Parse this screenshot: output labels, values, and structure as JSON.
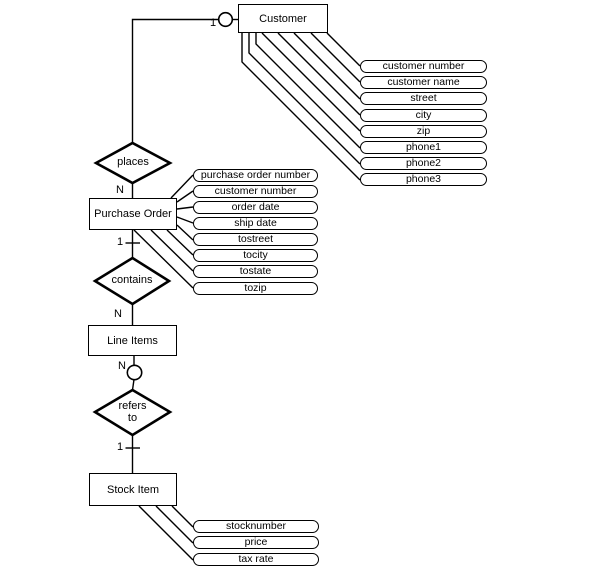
{
  "colors": {
    "background": "#ffffff",
    "line": "#000000",
    "text": "#000000"
  },
  "entities": {
    "customer": {
      "label": "Customer"
    },
    "purchase_order": {
      "label": "Purchase Order"
    },
    "line_items": {
      "label": "Line Items"
    },
    "stock_item": {
      "label": "Stock Item"
    }
  },
  "relationships": {
    "places": {
      "label": "places"
    },
    "contains": {
      "label": "contains"
    },
    "refers_to": {
      "line1": "refers",
      "line2": "to"
    }
  },
  "cardinalities": {
    "customer_places": "1",
    "places_purchase_order": "N",
    "purchase_order_contains": "1",
    "contains_line_items": "N",
    "line_items_refers": "N",
    "refers_stock_item": "1"
  },
  "attributes": {
    "customer": [
      "customer number",
      "customer name",
      "street",
      "city",
      "zip",
      "phone1",
      "phone2",
      "phone3"
    ],
    "purchase_order": [
      "purchase order number",
      "customer number",
      "order date",
      "ship date",
      "tostreet",
      "tocity",
      "tostate",
      "tozip"
    ],
    "stock_item": [
      "stocknumber",
      "price",
      "tax rate"
    ]
  }
}
